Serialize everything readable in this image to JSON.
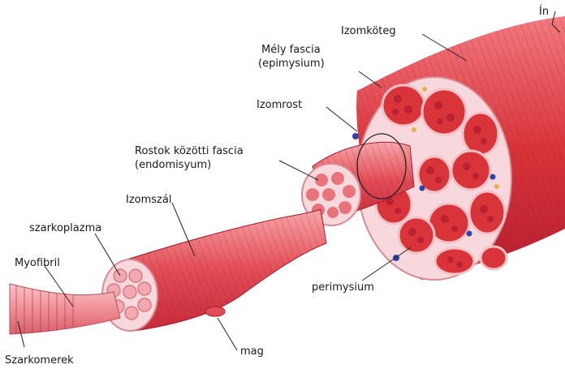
{
  "diagram": {
    "labels": {
      "tendon": "Ín",
      "fascicle": "Izomköteg",
      "deep_fascia_line1": "Mély fascia",
      "deep_fascia_line2": "(epimysium)",
      "muscle_fiber_bundle": "Izomrost",
      "endomysium_line1": "Rostok közötti fascia",
      "endomysium_line2": "(endomisyum)",
      "muscle_fiber": "Izomszál",
      "sarcoplasm": "szarkoplazma",
      "myofibril": "Myofibril",
      "perimysium": "perimysium",
      "nucleus": "mag",
      "sarcomeres": "Szarkomerek"
    },
    "colors": {
      "muscle": "#d8343a",
      "muscle_dark": "#a8182a",
      "muscle_light": "#f08a8c",
      "sheath": "#f7d8dc",
      "vessel_blue": "#2c45a8"
    }
  }
}
